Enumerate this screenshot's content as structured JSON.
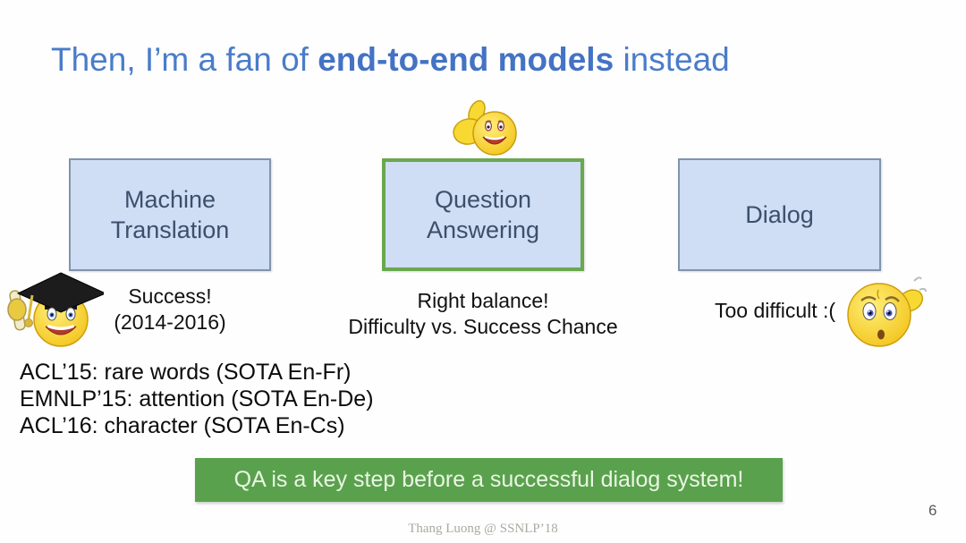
{
  "page": {
    "title": {
      "prefix": "Then, I’m a fan of ",
      "bold": "end-to-end models",
      "suffix": " instead"
    },
    "boxes": [
      {
        "label": "Machine Translation"
      },
      {
        "label": "Question Answering"
      },
      {
        "label": "Dialog"
      }
    ],
    "captions": {
      "mt_line1": "Success!",
      "mt_line2": "(2014-2016)",
      "qa_line1": "Right balance!",
      "qa_line2": "Difficulty vs. Success Chance",
      "dialog": "Too difficult :("
    },
    "publications": [
      "ACL’15: rare words (SOTA En-Fr)",
      "EMNLP’15: attention (SOTA En-De)",
      "ACL’16: character (SOTA En-Cs)"
    ],
    "banner": "QA is a key step before a successful dialog system!",
    "footer": "Thang Luong @ SSNLP’18",
    "page_number": "6",
    "icons": {
      "thumbs_up": "thumbs-up-smiley-emoji",
      "graduate": "graduate-smiley-emoji",
      "worried": "worried-scratching-head-emoji"
    },
    "colors": {
      "title_blue": "#4a7cc9",
      "box_fill": "#cfddf5",
      "box_border": "#8193ad",
      "box_text": "#3c4f6b",
      "qa_highlight_border": "#6aa84f",
      "banner_bg": "#5aa14d",
      "banner_text": "#eaf6e4"
    }
  }
}
